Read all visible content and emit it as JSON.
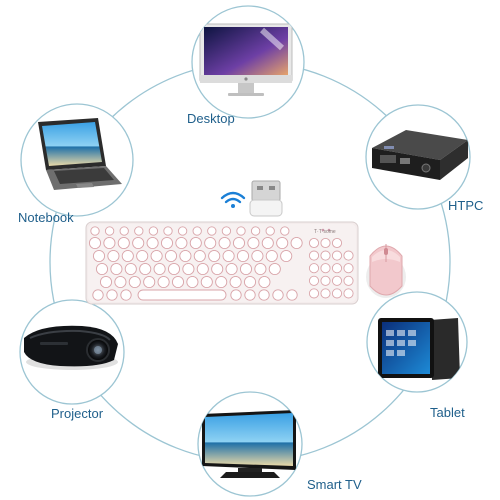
{
  "labels": {
    "desktop": "Desktop",
    "htpc": "HTPC",
    "notebook": "Notebook",
    "tablet": "Tablet",
    "projector": "Projector",
    "smart_tv": "Smart TV"
  },
  "keyboard_brand": "T·T·some",
  "colors": {
    "ring": "#9cc5d3",
    "label": "#1f5f8b",
    "keyboard": "#f4ecec",
    "key_ring": "#d9a5aa",
    "mouse": "#f2c8cc",
    "wifi": "#1a7fd6"
  }
}
